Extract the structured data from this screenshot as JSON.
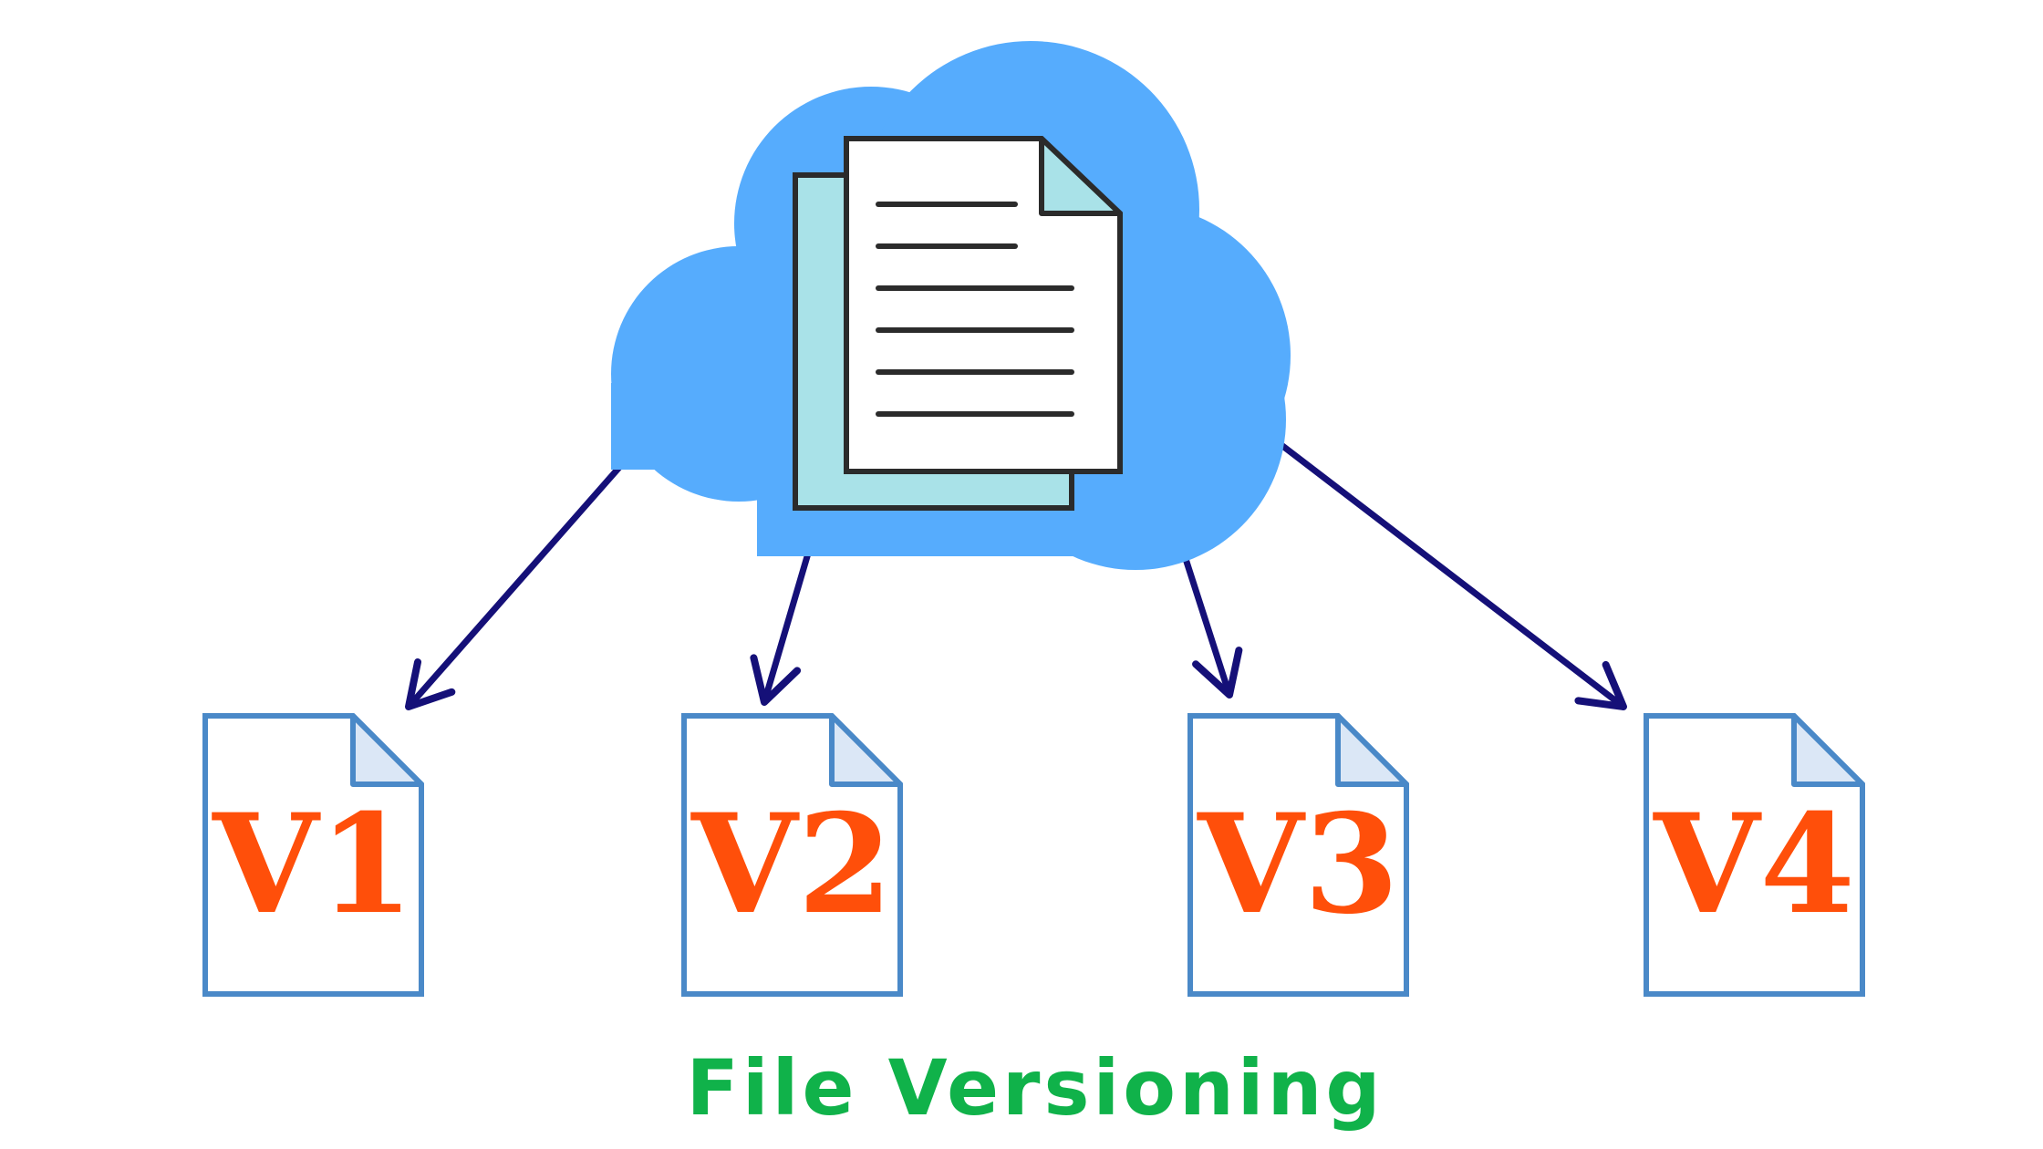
{
  "title": "File Versioning",
  "versions": [
    {
      "label": "V1"
    },
    {
      "label": "V2"
    },
    {
      "label": "V3"
    },
    {
      "label": "V4"
    }
  ],
  "icons": {
    "cloud": "cloud-icon",
    "stack": "document-stack-icon",
    "version_file": "file-icon",
    "arrow": "arrow-icon"
  },
  "colors": {
    "cloud": "#56acfd",
    "doc_back": "#a9e2e8",
    "doc_front": "#ffffff",
    "doc_outline": "#2b2b2b",
    "arrow": "#151078",
    "file_outline": "#4a89c8",
    "file_fold": "#dbe7f6",
    "version_text": "#ff4f0a",
    "title": "#10b24a"
  }
}
